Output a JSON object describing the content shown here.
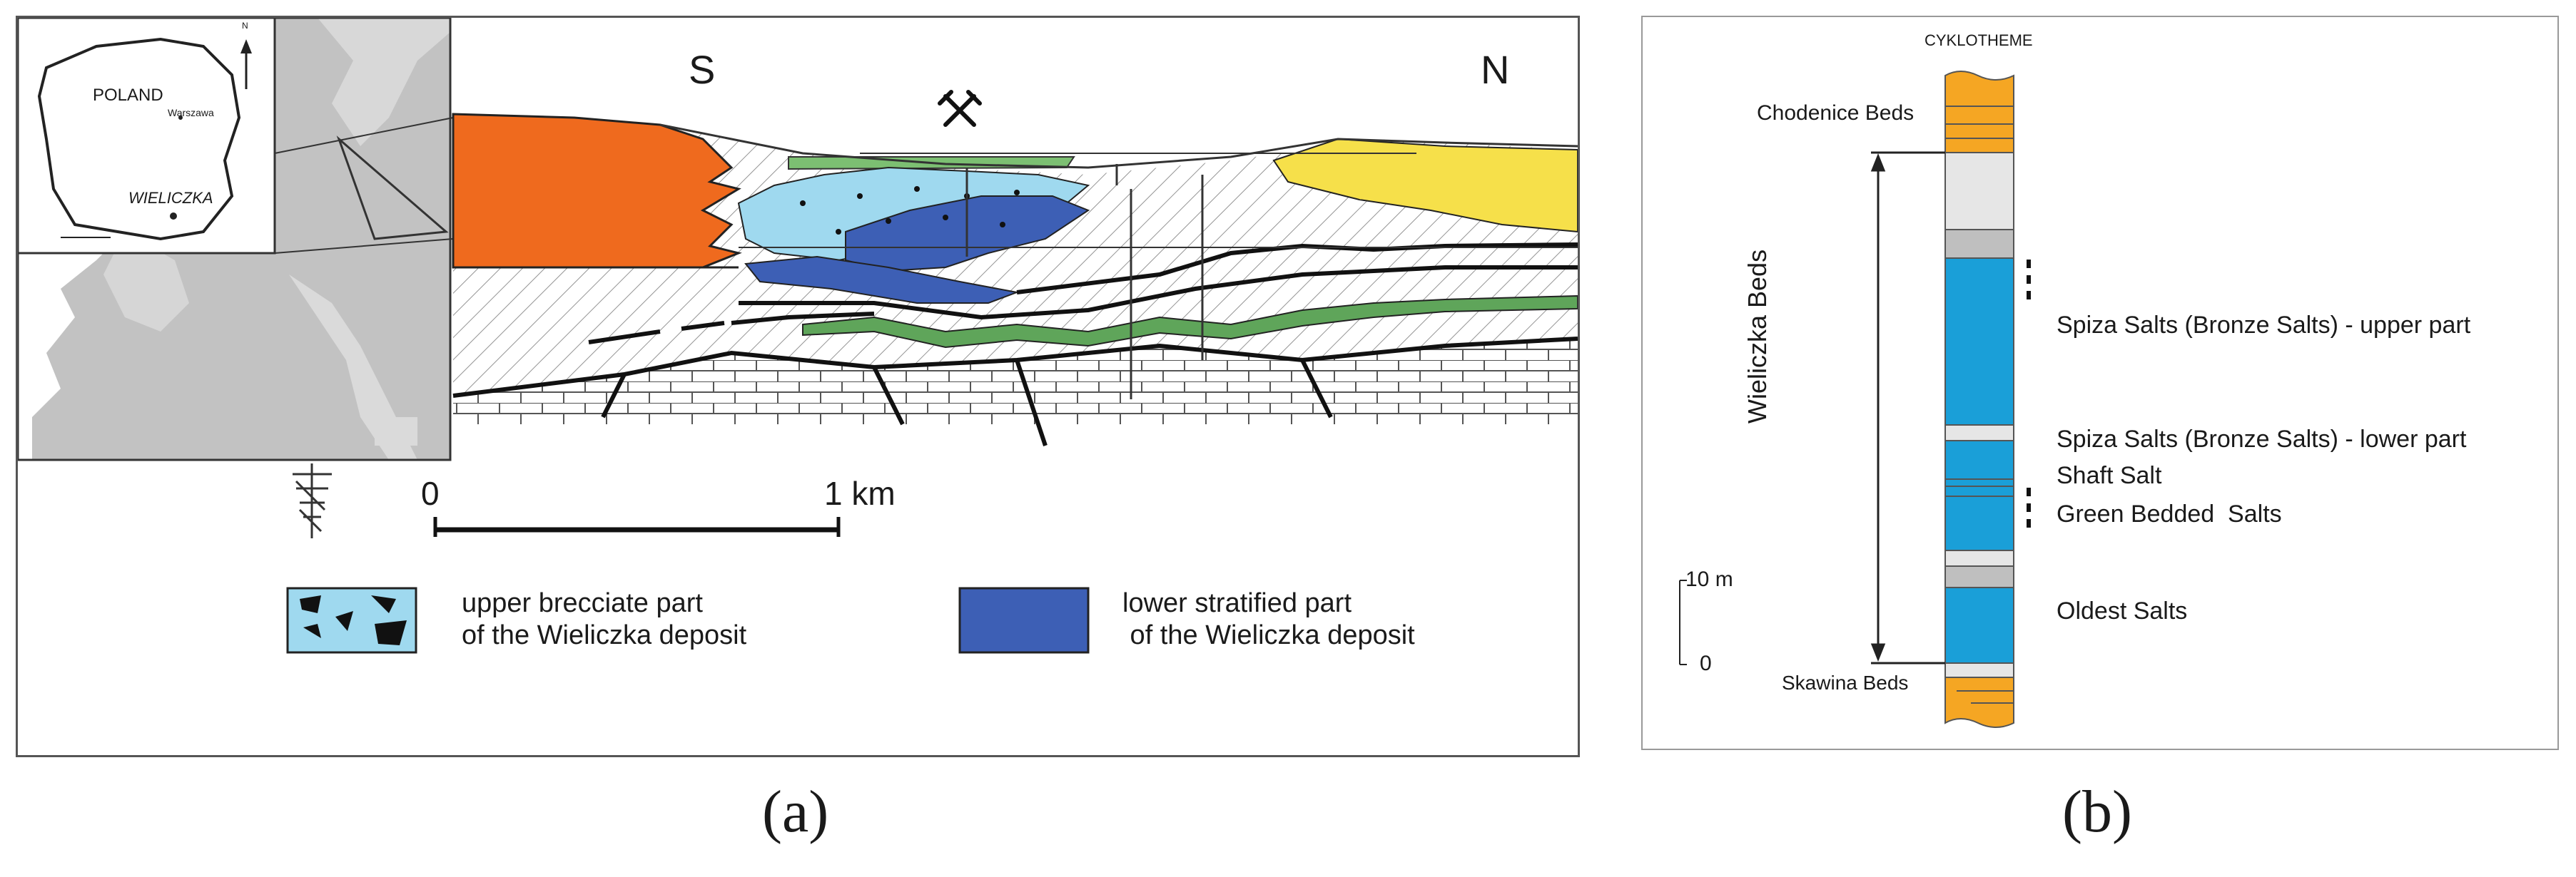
{
  "panel_a": {
    "caption": "(a)",
    "direction_left": "S",
    "direction_right": "N",
    "scale_start": "0",
    "scale_end": "1 km",
    "inset": {
      "country": "POLAND",
      "capital": "Warszawa",
      "site": "WIELICZKA",
      "north": "N"
    },
    "legend": [
      {
        "line1": "upper brecciate part",
        "line2": "of the Wieliczka deposit",
        "color": "#9fd9ef"
      },
      {
        "line1": "lower stratified part",
        "line2": " of the Wieliczka deposit",
        "color": "#3d5fb5"
      }
    ],
    "colors": {
      "carpathian_orange": "#ef6a1e",
      "foreland_yellow": "#f6e04a",
      "breccia_lightblue": "#9fd9ef",
      "stratified_blue": "#3d5fb5",
      "green_layer": "#5fa55a",
      "land_gray": "#bdbdbd"
    }
  },
  "panel_b": {
    "caption": "(b)",
    "title": "CYKLOTHEME",
    "beds_top": "Chodenice Beds",
    "beds_bottom": "Skawina Beds",
    "bracket_label": "Wieliczka Beds",
    "scale_top": "10 m",
    "scale_bottom": "0",
    "units": [
      "Spiza Salts (Bronze Salts) - upper part",
      "Spiza Salts (Bronze Salts) - lower part",
      "Shaft Salt",
      "Green Bedded  Salts",
      "Oldest Salts"
    ],
    "colors": {
      "orange": "#f5a623",
      "blue": "#1a9fd8",
      "gray": "#bfbfbf",
      "light_gray": "#e6e6e6"
    }
  }
}
